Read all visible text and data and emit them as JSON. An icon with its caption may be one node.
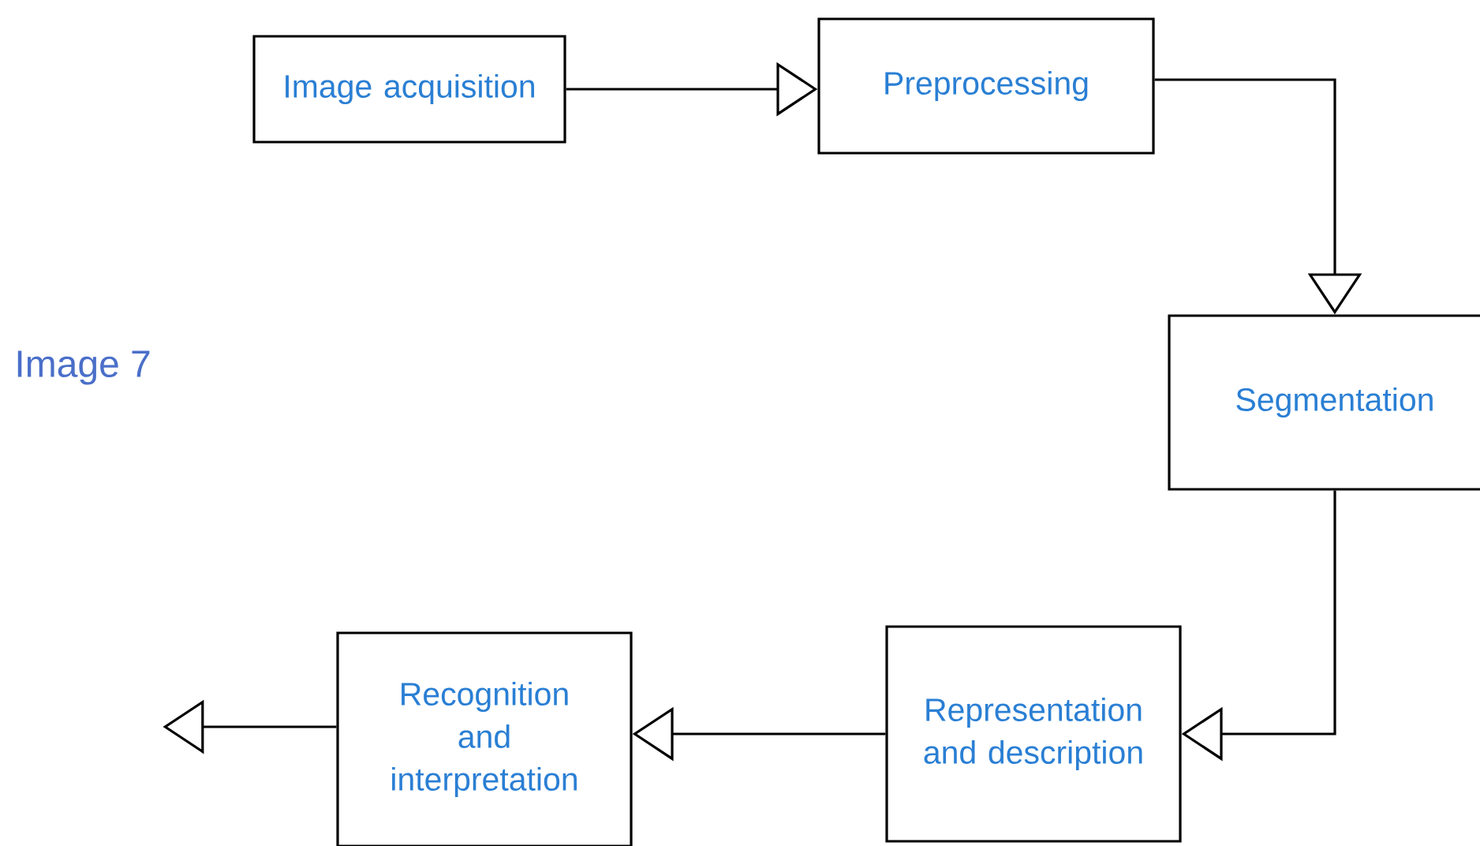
{
  "diagram": {
    "nodes": [
      {
        "text": [
          "Image acquisition"
        ]
      },
      {
        "text": [
          "Preprocessing"
        ]
      },
      {
        "text": [
          "Segmentation"
        ]
      },
      {
        "text": [
          "Representation and description"
        ]
      },
      {
        "text": [
          "Recognition and interpretation"
        ]
      }
    ],
    "edges": [
      {
        "from": 0,
        "to": 1,
        "arrow": "to"
      },
      {
        "from": 1,
        "to": 2,
        "arrow": "to"
      },
      {
        "from": 2,
        "to": 3,
        "arrow": "to"
      },
      {
        "from": 3,
        "to": 4,
        "arrow": "to"
      },
      {
        "from": 4,
        "to": null,
        "arrow": "to"
      }
    ],
    "labels": [
      "Image 7"
    ]
  }
}
